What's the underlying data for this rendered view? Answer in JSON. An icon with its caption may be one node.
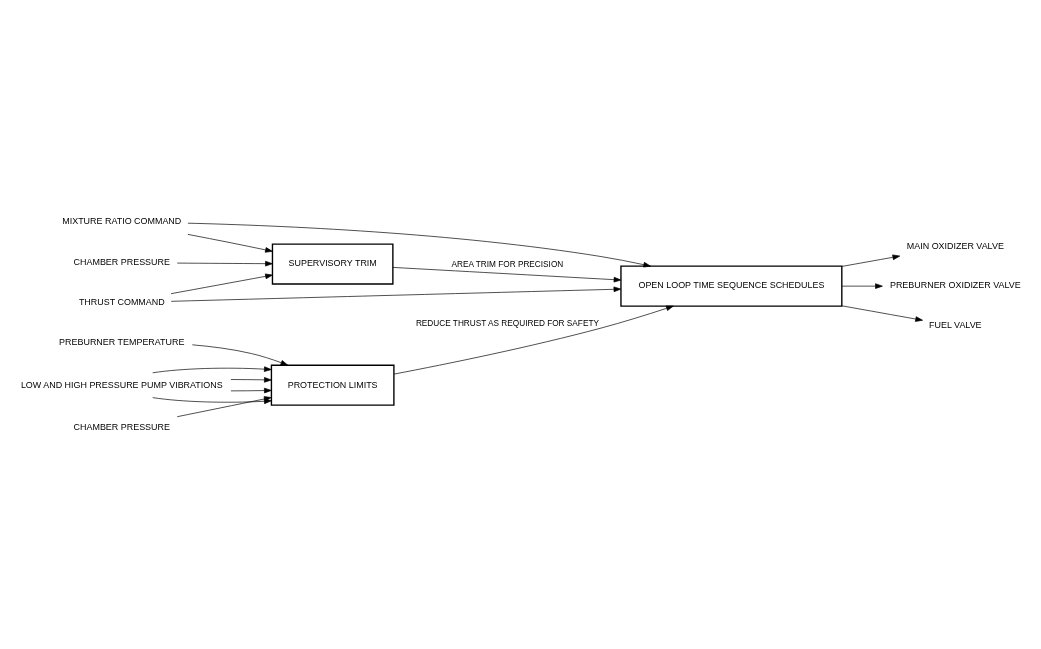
{
  "diagram": {
    "nodes": [
      {
        "text": [
          "PREBURNER TEMPERATURE"
        ]
      },
      {
        "text": [
          "CHAMBER PRESSURE"
        ]
      },
      {
        "text": [
          "LOW AND HIGH PRESSURE PUMP VIBRATIONS"
        ]
      },
      {
        "text": [
          "PROTECTION LIMITS"
        ]
      },
      {
        "text": [
          "MIXTURE RATIO COMMAND"
        ]
      },
      {
        "text": [
          "OPEN LOOP TIME SEQUENCE SCHEDULES"
        ]
      },
      {
        "text": [
          "MAIN OXIDIZER VALVE"
        ]
      },
      {
        "text": [
          "PREBURNER OXIDIZER VALVE"
        ]
      },
      {
        "text": [
          "THRUST COMMAND"
        ]
      },
      {
        "text": [
          "FUEL VALVE"
        ]
      },
      {
        "text": [
          "SUPERVISORY TRIM"
        ]
      },
      {
        "text": [
          "CHAMBER PRESSURE"
        ]
      }
    ],
    "edges": [
      {
        "from": 0,
        "to": 3,
        "arrow": "to"
      },
      {
        "from": 1,
        "to": 3,
        "arrow": "to"
      },
      {
        "from": 2,
        "to": 3,
        "arrow": "to"
      },
      {
        "from": 2,
        "to": 3,
        "arrow": "to"
      },
      {
        "from": 2,
        "to": 3,
        "arrow": "to"
      },
      {
        "from": 2,
        "to": 3,
        "arrow": "to"
      },
      {
        "from": 3,
        "to": 5,
        "arrow": "to",
        "label": "REDUCE THRUST AS REQUIRED FOR SAFETY"
      },
      {
        "from": 4,
        "to": 5,
        "arrow": "to"
      },
      {
        "from": 4,
        "to": 10,
        "arrow": "to"
      },
      {
        "from": 8,
        "to": 5,
        "arrow": "to"
      },
      {
        "from": 8,
        "to": 10,
        "arrow": "to"
      },
      {
        "from": 11,
        "to": 10,
        "arrow": "to"
      },
      {
        "from": 10,
        "to": 5,
        "arrow": "to",
        "label": "AREA TRIM FOR PRECISION"
      },
      {
        "from": 5,
        "to": 6,
        "arrow": "to"
      },
      {
        "from": 5,
        "to": 7,
        "arrow": "to"
      },
      {
        "from": 5,
        "to": 9,
        "arrow": "to"
      }
    ]
  }
}
